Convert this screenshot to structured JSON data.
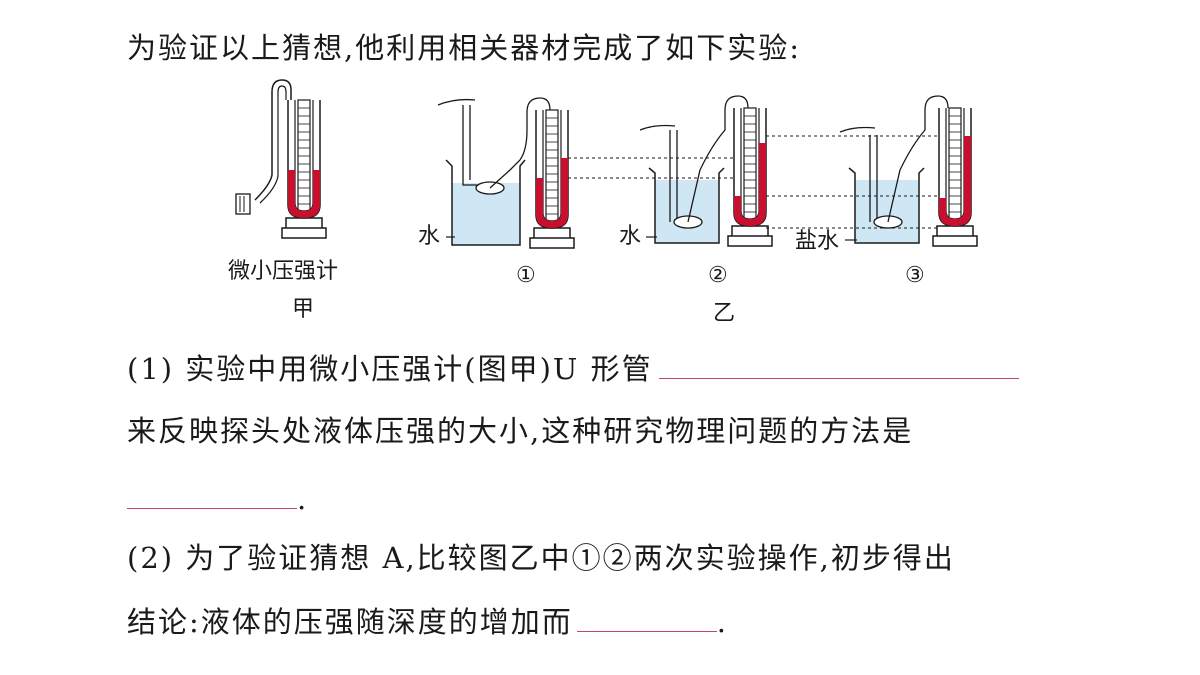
{
  "intro": "为验证以上猜想,他利用相关器材完成了如下实验:",
  "figure": {
    "gauge_caption": "微小压强计",
    "gauge_label": "甲",
    "water_label_1": "水",
    "water_label_2": "水",
    "brine_label": "盐水",
    "circle_1": "①",
    "circle_2": "②",
    "circle_3": "③",
    "group_label": "乙",
    "colors": {
      "liquid": "#c8102e",
      "water": "#cfe6f4",
      "line": "#1a1a1a",
      "answer_line": "#c0467a"
    }
  },
  "q1": {
    "part_a": "(1) 实验中用微小压强计(图甲)U 形管",
    "part_b": "来反映探头处液体压强的大小,这种研究物理问题的方法是",
    "end": "."
  },
  "q2": {
    "part_a": "(2) 为了验证猜想 A,比较图乙中①②两次实验操作,初步得出",
    "part_b": "结论:液体的压强随深度的增加而",
    "end": "."
  }
}
